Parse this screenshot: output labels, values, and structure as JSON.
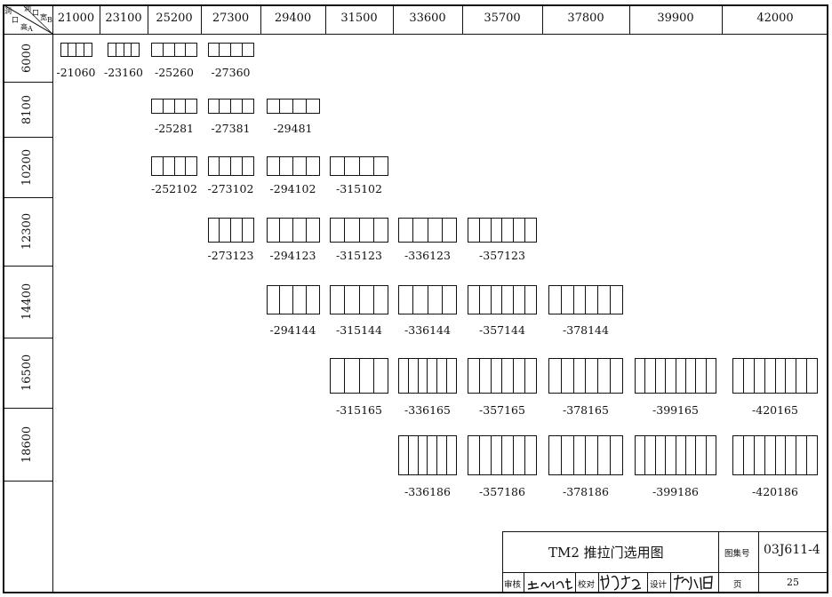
{
  "corner": {
    "dong": "洞",
    "dong2": "洞",
    "kou": "口",
    "kou2": "口",
    "kuan": "宽",
    "b": "B",
    "gao": "高",
    "a": "A"
  },
  "columns": [
    "21000",
    "23100",
    "25200",
    "27300",
    "29400",
    "31500",
    "33600",
    "35700",
    "37800",
    "39900",
    "42000"
  ],
  "rows": [
    "6000",
    "8100",
    "10200",
    "12300",
    "14400",
    "16500",
    "18600"
  ],
  "doors": [
    {
      "row": 0,
      "col": 0,
      "panes": 4,
      "code": "-21060"
    },
    {
      "row": 0,
      "col": 1,
      "panes": 4,
      "code": "-23160"
    },
    {
      "row": 0,
      "col": 2,
      "panes": 4,
      "code": "-25260"
    },
    {
      "row": 0,
      "col": 3,
      "panes": 4,
      "code": "-27360"
    },
    {
      "row": 1,
      "col": 2,
      "panes": 4,
      "code": "-25281"
    },
    {
      "row": 1,
      "col": 3,
      "panes": 4,
      "code": "-27381"
    },
    {
      "row": 1,
      "col": 4,
      "panes": 4,
      "code": "-29481"
    },
    {
      "row": 2,
      "col": 2,
      "panes": 4,
      "code": "-252102"
    },
    {
      "row": 2,
      "col": 3,
      "panes": 4,
      "code": "-273102"
    },
    {
      "row": 2,
      "col": 4,
      "panes": 4,
      "code": "-294102"
    },
    {
      "row": 2,
      "col": 5,
      "panes": 4,
      "code": "-315102"
    },
    {
      "row": 3,
      "col": 3,
      "panes": 4,
      "code": "-273123"
    },
    {
      "row": 3,
      "col": 4,
      "panes": 4,
      "code": "-294123"
    },
    {
      "row": 3,
      "col": 5,
      "panes": 4,
      "code": "-315123"
    },
    {
      "row": 3,
      "col": 6,
      "panes": 4,
      "code": "-336123"
    },
    {
      "row": 3,
      "col": 7,
      "panes": 6,
      "code": "-357123"
    },
    {
      "row": 4,
      "col": 4,
      "panes": 4,
      "code": "-294144"
    },
    {
      "row": 4,
      "col": 5,
      "panes": 4,
      "code": "-315144"
    },
    {
      "row": 4,
      "col": 6,
      "panes": 4,
      "code": "-336144"
    },
    {
      "row": 4,
      "col": 7,
      "panes": 6,
      "code": "-357144"
    },
    {
      "row": 4,
      "col": 8,
      "panes": 6,
      "code": "-378144"
    },
    {
      "row": 5,
      "col": 5,
      "panes": 4,
      "code": "-315165"
    },
    {
      "row": 5,
      "col": 6,
      "panes": 6,
      "code": "-336165"
    },
    {
      "row": 5,
      "col": 7,
      "panes": 6,
      "code": "-357165"
    },
    {
      "row": 5,
      "col": 8,
      "panes": 6,
      "code": "-378165"
    },
    {
      "row": 5,
      "col": 9,
      "panes": 8,
      "code": "-399165"
    },
    {
      "row": 5,
      "col": 10,
      "panes": 8,
      "code": "-420165"
    },
    {
      "row": 6,
      "col": 6,
      "panes": 6,
      "code": "-336186"
    },
    {
      "row": 6,
      "col": 7,
      "panes": 6,
      "code": "-357186"
    },
    {
      "row": 6,
      "col": 8,
      "panes": 6,
      "code": "-378186"
    },
    {
      "row": 6,
      "col": 9,
      "panes": 8,
      "code": "-399186"
    },
    {
      "row": 6,
      "col": 10,
      "panes": 8,
      "code": "-420186"
    }
  ],
  "title_block": {
    "title": "TM2  推拉门选用图",
    "atlas_label": "图集号",
    "atlas_no": "03J611-4",
    "review_label": "审核",
    "check_label": "校对",
    "design_label": "设计",
    "page_label": "页",
    "page_no": "25"
  }
}
